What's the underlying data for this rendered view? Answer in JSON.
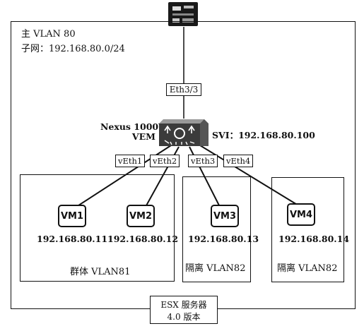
{
  "main_vlan": {
    "title": "主 VLAN 80",
    "subnet": "子网：192.168.80.0/24"
  },
  "uplink_port": "Eth3/3",
  "switch": {
    "name_line1": "Nexus 1000V",
    "name_line2": "VEM",
    "svi": "SVI：192.168.80.100"
  },
  "veth_ports": [
    "vEth1",
    "vEth2",
    "vEth3",
    "vEth4"
  ],
  "vms": [
    {
      "name": "VM1",
      "ip": "192.168.80.11"
    },
    {
      "name": "VM2",
      "ip": "192.168.80.12"
    },
    {
      "name": "VM3",
      "ip": "192.168.80.13"
    },
    {
      "name": "VM4",
      "ip": "192.168.80.14"
    }
  ],
  "groups": {
    "community": "群体 VLAN81",
    "isolated_a": "隔离 VLAN82",
    "isolated_b": "隔离 VLAN82"
  },
  "host": {
    "line1": "ESX 服务器",
    "line2": "4.0 版本"
  }
}
